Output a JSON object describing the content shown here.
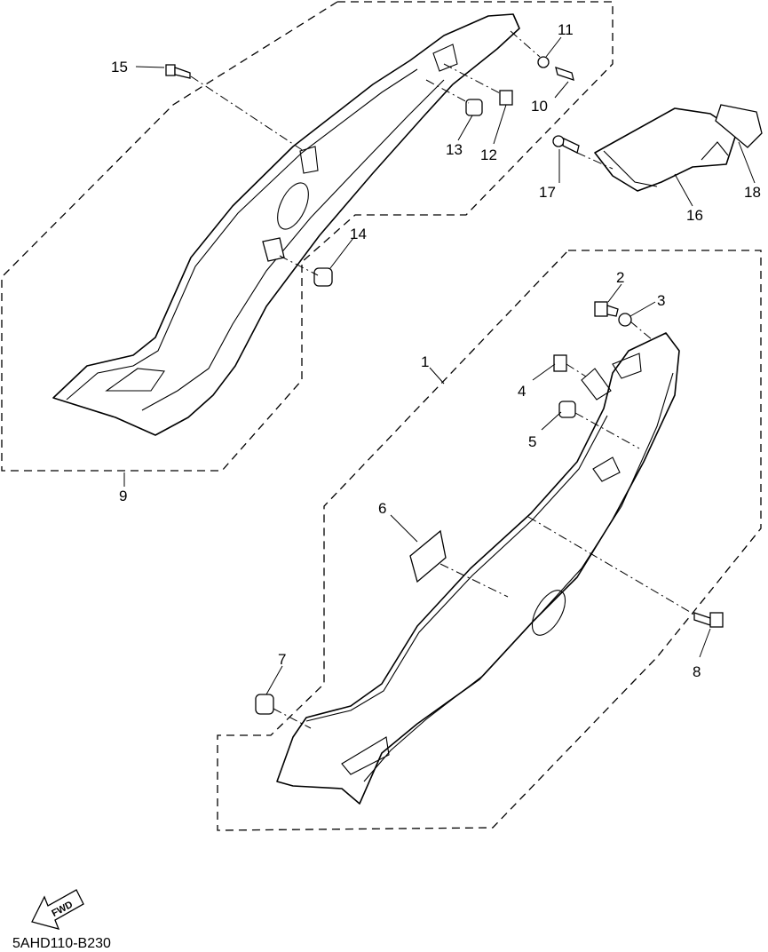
{
  "diagram": {
    "drawing_code": "5AHD110-B230",
    "fwd_label": "FWD",
    "callouts": {
      "c1": "1",
      "c2": "2",
      "c3": "3",
      "c4": "4",
      "c5": "5",
      "c6": "6",
      "c7": "7",
      "c8": "8",
      "c9": "9",
      "c10": "10",
      "c11": "11",
      "c12": "12",
      "c13": "13",
      "c14": "14",
      "c15": "15",
      "c16": "16",
      "c17": "17",
      "c18": "18"
    }
  }
}
